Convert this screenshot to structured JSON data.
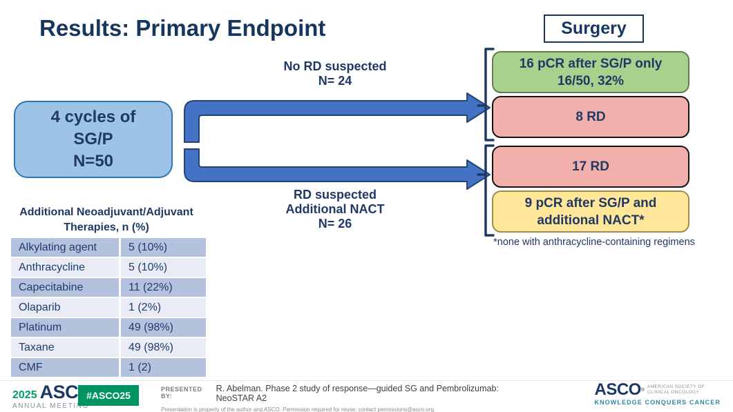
{
  "colors": {
    "title_navy": "#17365d",
    "text_navy": "#1f3864",
    "arrow_blue": "#4472c4",
    "arrow_outline": "#24446e",
    "start_box_fill": "#9dc3e6",
    "start_box_border": "#2e75b6",
    "green_fill": "#a9d18e",
    "pink_fill": "#f2b0ac",
    "yellow_fill": "#ffe699",
    "table_row_dark": "#b5c2dd",
    "table_row_light": "#e9ecf4",
    "asco_green": "#009460",
    "footer_teal": "#2e86ab"
  },
  "slide": {
    "title": "Results: Primary Endpoint",
    "surgery_label": "Surgery",
    "start_box": {
      "line1": "4 cycles of",
      "line2": "SG/P",
      "line3": "N=50"
    },
    "top_path_label": {
      "line1": "No RD suspected",
      "line2": "N= 24"
    },
    "bottom_path_label": {
      "line1": "RD suspected",
      "line2": "Additional NACT",
      "line3": "N= 26"
    },
    "outcomes": {
      "pcr_sgp_only": {
        "line1": "16 pCR after SG/P only",
        "line2": "16/50, 32%"
      },
      "rd_8": "8 RD",
      "rd_17": "17 RD",
      "pcr_nact": {
        "line1": "9 pCR after SG/P and",
        "line2": "additional NACT*"
      }
    },
    "footnote": "*none with anthracycline-containing regimens"
  },
  "table": {
    "title_line1": "Additional Neoadjuvant/Adjuvant",
    "title_line2": "Therapies, n (%)",
    "rows": [
      {
        "label": "Alkylating agent",
        "value": "5 (10%)"
      },
      {
        "label": "Anthracycline",
        "value": "5 (10%)"
      },
      {
        "label": "Capecitabine",
        "value": "11 (22%)"
      },
      {
        "label": "Olaparib",
        "value": "1 (2%)"
      },
      {
        "label": "Platinum",
        "value": "49 (98%)"
      },
      {
        "label": "Taxane",
        "value": "49 (98%)"
      },
      {
        "label": "CMF",
        "value": "1 (2)"
      }
    ]
  },
  "footer": {
    "year": "2025",
    "asco": "ASCO",
    "reg": "®",
    "annual_meeting": "ANNUAL MEETING",
    "hashtag": "#ASCO25",
    "presented_by_label": "PRESENTED BY:",
    "presented_by": "R. Abelman. Phase 2 study of response—guided SG and Pembrolizumab: NeoSTAR A2",
    "disclaimer": "Presentation is property of the author and ASCO. Permission required for reuse; contact permissions@asco.org.",
    "right_logo": {
      "asco": "ASCO",
      "reg": "®",
      "society_line1": "AMERICAN SOCIETY OF",
      "society_line2": "CLINICAL ONCOLOGY",
      "tagline": "KNOWLEDGE CONQUERS CANCER"
    }
  }
}
